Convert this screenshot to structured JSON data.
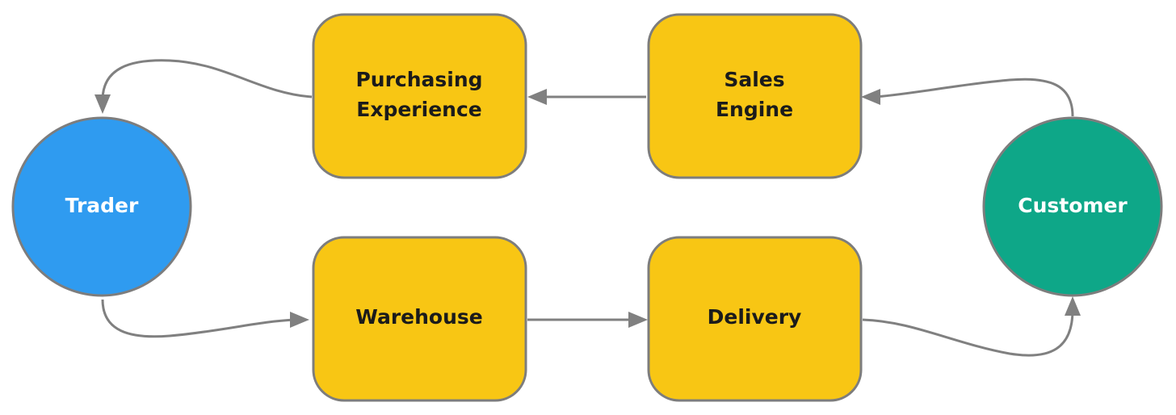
{
  "colors": {
    "box_fill": "#f8c614",
    "box_stroke": "#7d7d7d",
    "trader_fill": "#2f9bf0",
    "customer_fill": "#0ea788",
    "arrow": "#808080",
    "box_text": "#1b1b1b",
    "circle_text": "#ffffff"
  },
  "nodes": {
    "trader": {
      "label": "Trader"
    },
    "customer": {
      "label": "Customer"
    },
    "purchasing_experience": {
      "line1": "Purchasing",
      "line2": "Experience"
    },
    "sales_engine": {
      "line1": "Sales",
      "line2": "Engine"
    },
    "warehouse": {
      "label": "Warehouse"
    },
    "delivery": {
      "label": "Delivery"
    }
  },
  "edges": [
    {
      "from": "Customer",
      "to": "Sales Engine"
    },
    {
      "from": "Sales Engine",
      "to": "Purchasing Experience"
    },
    {
      "from": "Purchasing Experience",
      "to": "Trader"
    },
    {
      "from": "Trader",
      "to": "Warehouse"
    },
    {
      "from": "Warehouse",
      "to": "Delivery"
    },
    {
      "from": "Delivery",
      "to": "Customer"
    }
  ]
}
